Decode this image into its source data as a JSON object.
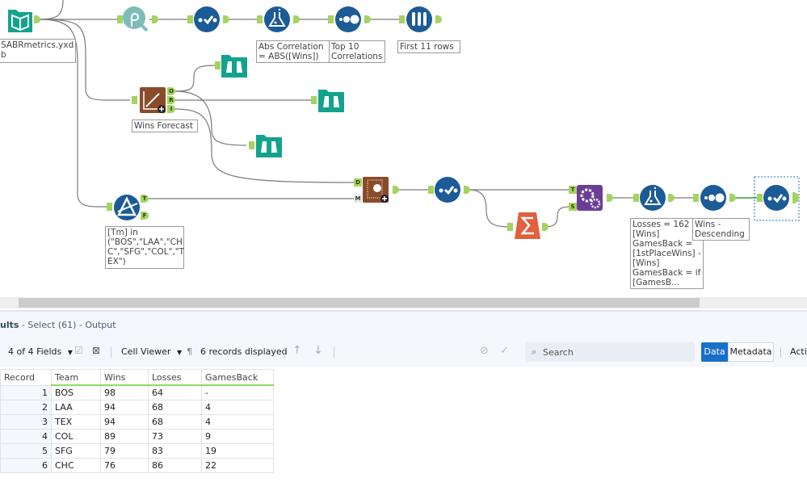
{
  "canvas": {
    "tools": [
      {
        "id": "input",
        "name": "SABRmetrics input",
        "icon": "book-open-icon",
        "color": "#13a38d"
      },
      {
        "id": "pearson",
        "name": "Pearson correlation",
        "icon": "rho-search-icon",
        "color": "#7dbdb8"
      },
      {
        "id": "select1",
        "name": "Select",
        "icon": "select-check-icon",
        "color": "#1b5b96"
      },
      {
        "id": "formula1",
        "name": "Formula",
        "icon": "flask-icon",
        "color": "#1b5b96"
      },
      {
        "id": "sort1",
        "name": "Sort",
        "icon": "dots-sort-icon",
        "color": "#1b5b96"
      },
      {
        "id": "sample1",
        "name": "Sample",
        "icon": "test-tubes-icon",
        "color": "#1b5b96"
      },
      {
        "id": "lm",
        "name": "Linear Regression",
        "icon": "regression-icon",
        "color": "#8a4b2a"
      },
      {
        "id": "browse1",
        "name": "Browse",
        "icon": "binoculars-icon",
        "color": "#13a38d"
      },
      {
        "id": "browse2",
        "name": "Browse",
        "icon": "binoculars-icon",
        "color": "#13a38d"
      },
      {
        "id": "browse3",
        "name": "Browse",
        "icon": "binoculars-icon",
        "color": "#13a38d"
      },
      {
        "id": "filter",
        "name": "Filter",
        "icon": "filter-prism-icon",
        "color": "#1b5b96"
      },
      {
        "id": "score",
        "name": "Score",
        "icon": "score-icon",
        "color": "#8a4b2a"
      },
      {
        "id": "select2",
        "name": "Select",
        "icon": "select-check-icon",
        "color": "#1b5b96"
      },
      {
        "id": "summarize",
        "name": "Summarize",
        "icon": "sigma-icon",
        "color": "#e0603f"
      },
      {
        "id": "append",
        "name": "Append Fields",
        "icon": "gears-icon",
        "color": "#6b3d96"
      },
      {
        "id": "formula2",
        "name": "Formula",
        "icon": "flask-icon",
        "color": "#1b5b96"
      },
      {
        "id": "sort2",
        "name": "Sort",
        "icon": "dots-sort-icon",
        "color": "#1b5b96"
      },
      {
        "id": "select3",
        "name": "Select",
        "icon": "select-check-icon",
        "color": "#1b5b96"
      }
    ],
    "annotations": {
      "input": "SABRmetrics.yxd\nb",
      "formula1": "Abs Correlation\n= ABS([Wins])",
      "sort1": "Top 10\nCorrelations",
      "sample1": "First 11 rows",
      "lm": "Wins Forecast",
      "filter": "[Tm] in\n(\"BOS\",\"LAA\",\"CH\nC\",\"SFG\",\"COL\",\"T\nEX\")",
      "formula2": "Losses = 162 -\n[Wins]\nGamesBack =\n[1stPlaceWins] -\n[Wins]\nGamesBack = if\n[GamesB...",
      "sort2": "Wins -\nDescending"
    },
    "anchor_labels": {
      "lm_o": "O",
      "lm_r": "R",
      "lm_i": "I",
      "filter_t": "T",
      "filter_f": "F",
      "score_d": "D",
      "score_m": "M",
      "append_t": "T",
      "append_s": "S"
    },
    "colors": {
      "anchor": "#a5d35f",
      "wire": "#777777",
      "selected_wire": "#3b9a3b",
      "selection": "#1a6fc9"
    }
  },
  "results": {
    "title_bold": "ults",
    "title_rest": " - Select (61) - Output",
    "toolbar": {
      "fields": "4 of 4 Fields",
      "cell_viewer": "Cell Viewer",
      "records": "6 records displayed",
      "search_placeholder": "Search",
      "data_tab": "Data",
      "metadata_tab": "Metadata",
      "actions_cut": "Acti"
    },
    "columns": [
      "Record",
      "Team",
      "Wins",
      "Losses",
      "GamesBack"
    ],
    "rows": [
      [
        "1",
        "BOS",
        "98",
        "64",
        "-"
      ],
      [
        "2",
        "LAA",
        "94",
        "68",
        "4"
      ],
      [
        "3",
        "TEX",
        "94",
        "68",
        "4"
      ],
      [
        "4",
        "COL",
        "89",
        "73",
        "9"
      ],
      [
        "5",
        "SFG",
        "79",
        "83",
        "19"
      ],
      [
        "6",
        "CHC",
        "76",
        "86",
        "22"
      ]
    ],
    "colors": {
      "accent": "#1a6fc9",
      "header_underline": "#8fdc67"
    }
  }
}
